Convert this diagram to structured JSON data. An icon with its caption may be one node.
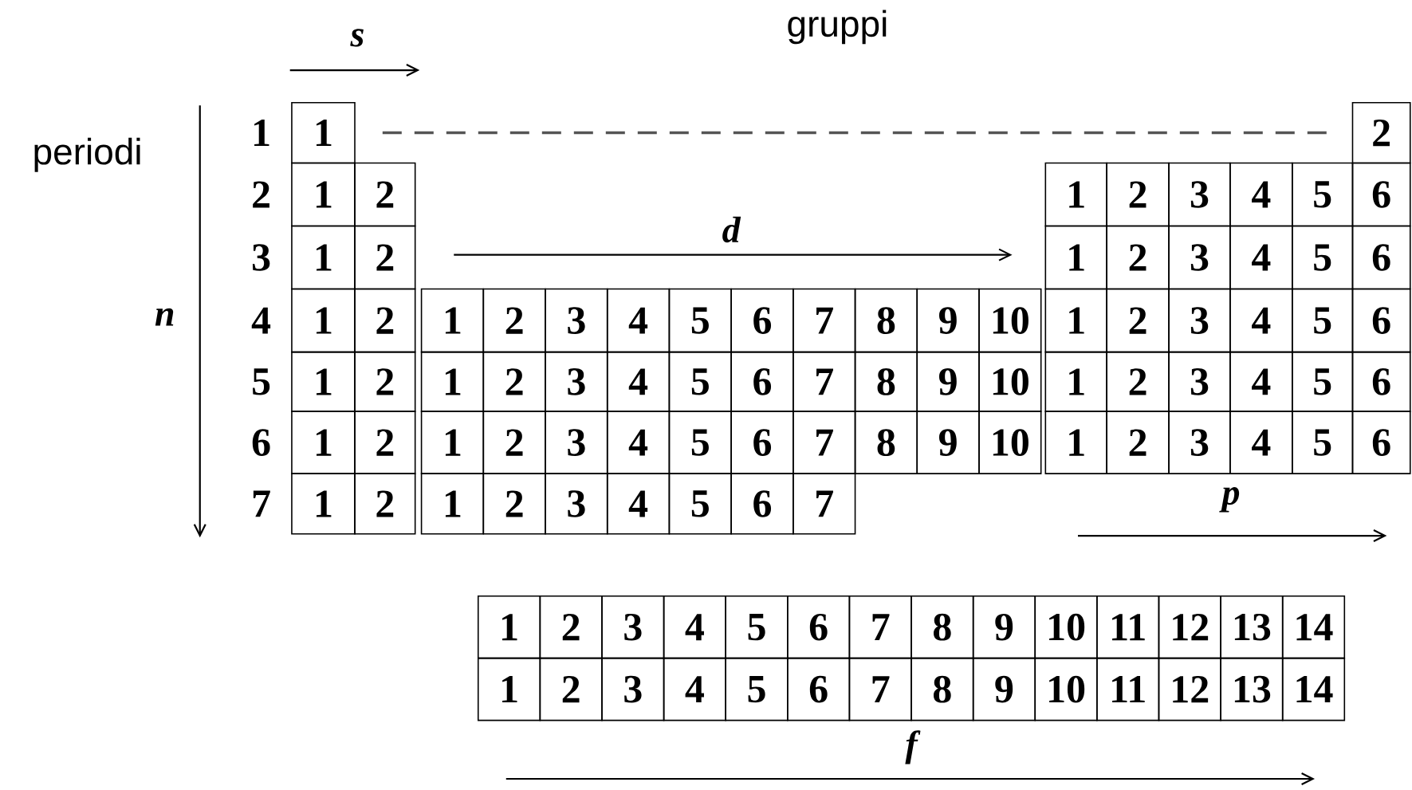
{
  "diagram": {
    "nodes": [
      {
        "text": [
          "1"
        ]
      },
      {
        "text": [
          "2"
        ]
      },
      {
        "text": [
          "1"
        ]
      },
      {
        "text": [
          "2"
        ]
      },
      {
        "text": [
          "1"
        ]
      },
      {
        "text": [
          "2"
        ]
      },
      {
        "text": [
          "3"
        ]
      },
      {
        "text": [
          "4"
        ]
      },
      {
        "text": [
          "5"
        ]
      },
      {
        "text": [
          "6"
        ]
      },
      {
        "text": [
          "1"
        ]
      },
      {
        "text": [
          "2"
        ]
      },
      {
        "text": [
          "1"
        ]
      },
      {
        "text": [
          "2"
        ]
      },
      {
        "text": [
          "3"
        ]
      },
      {
        "text": [
          "4"
        ]
      },
      {
        "text": [
          "5"
        ]
      },
      {
        "text": [
          "6"
        ]
      },
      {
        "text": [
          "1"
        ]
      },
      {
        "text": [
          "2"
        ]
      },
      {
        "text": [
          "1"
        ]
      },
      {
        "text": [
          "2"
        ]
      },
      {
        "text": [
          "3"
        ]
      },
      {
        "text": [
          "4"
        ]
      },
      {
        "text": [
          "5"
        ]
      },
      {
        "text": [
          "6"
        ]
      },
      {
        "text": [
          "7"
        ]
      },
      {
        "text": [
          "8"
        ]
      },
      {
        "text": [
          "9"
        ]
      },
      {
        "text": [
          "10"
        ]
      },
      {
        "text": [
          "1"
        ]
      },
      {
        "text": [
          "2"
        ]
      },
      {
        "text": [
          "3"
        ]
      },
      {
        "text": [
          "4"
        ]
      },
      {
        "text": [
          "5"
        ]
      },
      {
        "text": [
          "6"
        ]
      },
      {
        "text": [
          "1"
        ]
      },
      {
        "text": [
          "2"
        ]
      },
      {
        "text": [
          "1"
        ]
      },
      {
        "text": [
          "2"
        ]
      },
      {
        "text": [
          "3"
        ]
      },
      {
        "text": [
          "4"
        ]
      },
      {
        "text": [
          "5"
        ]
      },
      {
        "text": [
          "6"
        ]
      },
      {
        "text": [
          "7"
        ]
      },
      {
        "text": [
          "8"
        ]
      },
      {
        "text": [
          "9"
        ]
      },
      {
        "text": [
          "10"
        ]
      },
      {
        "text": [
          "1"
        ]
      },
      {
        "text": [
          "2"
        ]
      },
      {
        "text": [
          "3"
        ]
      },
      {
        "text": [
          "4"
        ]
      },
      {
        "text": [
          "5"
        ]
      },
      {
        "text": [
          "6"
        ]
      },
      {
        "text": [
          "1"
        ]
      },
      {
        "text": [
          "2"
        ]
      },
      {
        "text": [
          "1"
        ]
      },
      {
        "text": [
          "2"
        ]
      },
      {
        "text": [
          "3"
        ]
      },
      {
        "text": [
          "4"
        ]
      },
      {
        "text": [
          "5"
        ]
      },
      {
        "text": [
          "6"
        ]
      },
      {
        "text": [
          "7"
        ]
      },
      {
        "text": [
          "8"
        ]
      },
      {
        "text": [
          "9"
        ]
      },
      {
        "text": [
          "10"
        ]
      },
      {
        "text": [
          "1"
        ]
      },
      {
        "text": [
          "2"
        ]
      },
      {
        "text": [
          "3"
        ]
      },
      {
        "text": [
          "4"
        ]
      },
      {
        "text": [
          "5"
        ]
      },
      {
        "text": [
          "6"
        ]
      },
      {
        "text": [
          "1"
        ]
      },
      {
        "text": [
          "2"
        ]
      },
      {
        "text": [
          "1"
        ]
      },
      {
        "text": [
          "2"
        ]
      },
      {
        "text": [
          "3"
        ]
      },
      {
        "text": [
          "4"
        ]
      },
      {
        "text": [
          "5"
        ]
      },
      {
        "text": [
          "6"
        ]
      },
      {
        "text": [
          "7"
        ]
      },
      {
        "text": [
          "1"
        ]
      },
      {
        "text": [
          "2"
        ]
      },
      {
        "text": [
          "3"
        ]
      },
      {
        "text": [
          "4"
        ]
      },
      {
        "text": [
          "5"
        ]
      },
      {
        "text": [
          "6"
        ]
      },
      {
        "text": [
          "7"
        ]
      },
      {
        "text": [
          "8"
        ]
      },
      {
        "text": [
          "9"
        ]
      },
      {
        "text": [
          "10"
        ]
      },
      {
        "text": [
          "11"
        ]
      },
      {
        "text": [
          "12"
        ]
      },
      {
        "text": [
          "13"
        ]
      },
      {
        "text": [
          "14"
        ]
      },
      {
        "text": [
          "1"
        ]
      },
      {
        "text": [
          "2"
        ]
      },
      {
        "text": [
          "3"
        ]
      },
      {
        "text": [
          "4"
        ]
      },
      {
        "text": [
          "5"
        ]
      },
      {
        "text": [
          "6"
        ]
      },
      {
        "text": [
          "7"
        ]
      },
      {
        "text": [
          "8"
        ]
      },
      {
        "text": [
          "9"
        ]
      },
      {
        "text": [
          "10"
        ]
      },
      {
        "text": [
          "11"
        ]
      },
      {
        "text": [
          "12"
        ]
      },
      {
        "text": [
          "13"
        ]
      },
      {
        "text": [
          "14"
        ]
      }
    ],
    "edges": [
      {
        "from": 0,
        "to": 1,
        "arrow": "none",
        "style": "dashed",
        "color": "#555555"
      }
    ],
    "labels": [
      "s",
      "gruppi",
      "periodi",
      "1",
      "2",
      "3",
      "4",
      "5",
      "6",
      "7",
      "n",
      "d",
      "p",
      "f"
    ]
  }
}
